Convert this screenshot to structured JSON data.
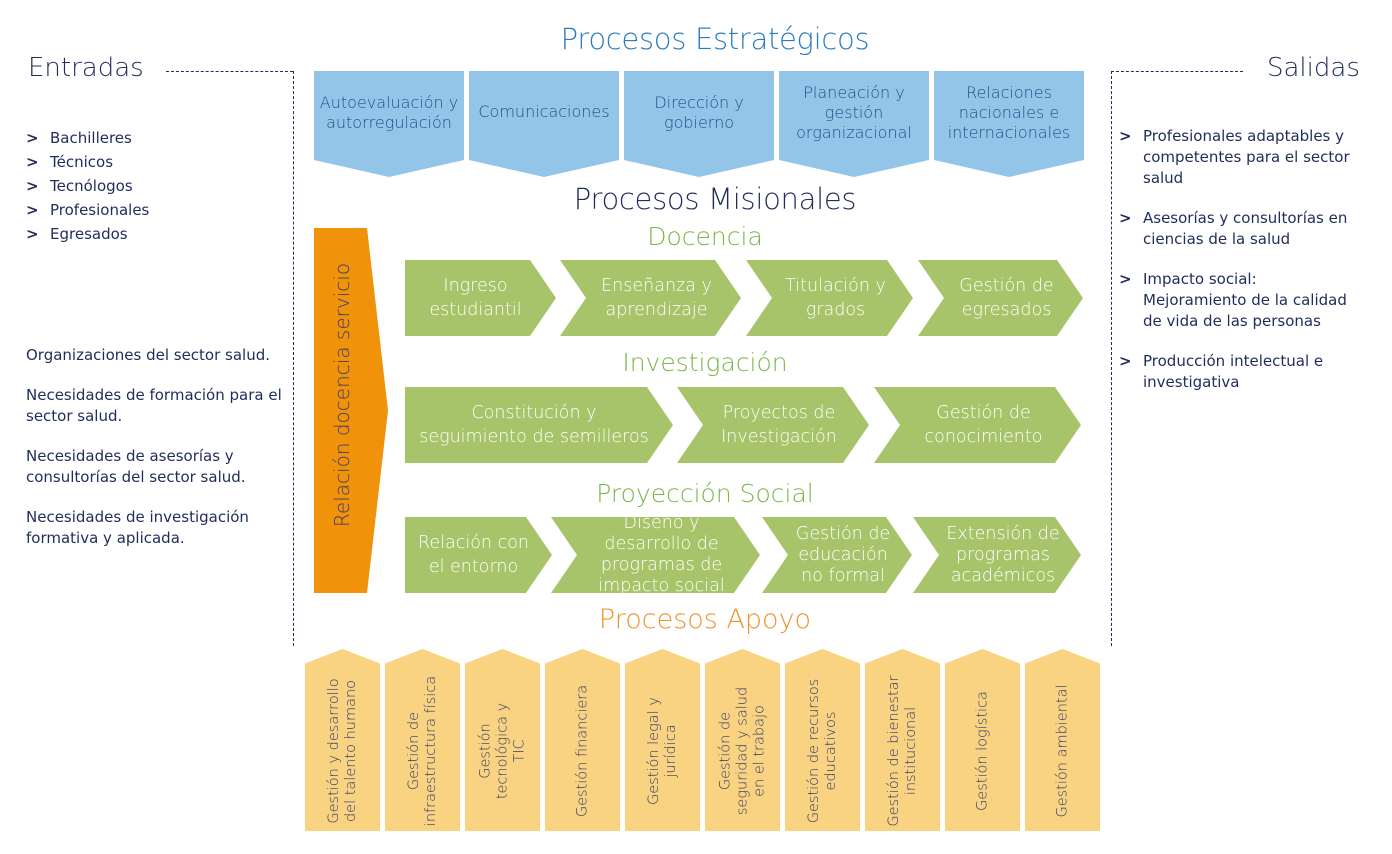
{
  "titles": {
    "estrategicos": "Procesos Estratégicos",
    "misionales": "Procesos Misionales",
    "docencia": "Docencia",
    "investigacion": "Investigación",
    "proyeccion": "Proyección Social",
    "apoyo": "Procesos Apoyo",
    "entradas": "Entradas",
    "salidas": "Salidas"
  },
  "entradas": {
    "list": [
      "Bachilleres",
      "Técnicos",
      "Tecnólogos",
      "Profesionales",
      "Egresados"
    ],
    "needs": [
      "Organizaciones del sector salud.",
      "Necesidades de formación para el sector salud.",
      "Necesidades de asesorías y consultorías del sector salud.",
      "Necesidades de investigación formativa y aplicada."
    ]
  },
  "salidas": {
    "list": [
      "Profesionales adaptables y competentes para el sector salud",
      "Asesorías y consultorías en ciencias de la salud",
      "Impacto social: Mejoramiento de la calidad de vida de las personas",
      "Producción intelectual e investigativa"
    ]
  },
  "estrategicos": [
    "Autoevaluación y autorregulación",
    "Comunicaciones",
    "Dirección y gobierno",
    "Planeación y gestión organizacional",
    "Relaciones nacionales e internacionales"
  ],
  "relacion": "Relación docencia servicio",
  "docencia": [
    "Ingreso estudiantil",
    "Enseñanza y aprendizaje",
    "Titulación y grados",
    "Gestión de egresados"
  ],
  "investigacion": [
    "Constitución y seguimiento de semilleros",
    "Proyectos de Investigación",
    "Gestión de conocimiento"
  ],
  "proyeccion": [
    "Relación con el entorno",
    "Diseño y desarrollo de programas de impacto social",
    "Gestión de educación no formal",
    "Extensión de programas académicos"
  ],
  "apoyo": [
    "Gestión y desarrollo del talento humano",
    "Gestión de infraestructura física",
    "Gestión tecnológica y TIC",
    "Gestión financiera",
    "Gestión legal y jurídica",
    "Gestión de seguridad y salud en el trabajo",
    "Gestión de recursos educativos",
    "Gestión de bienestar institucional",
    "Gestión logística",
    "Gestión ambiental"
  ],
  "colors": {
    "estrategico": "#92c5e8",
    "misional": "#a8c46a",
    "relacion": "#f0920a",
    "apoyo": "#f9d381",
    "navy": "#1f2d5a"
  }
}
